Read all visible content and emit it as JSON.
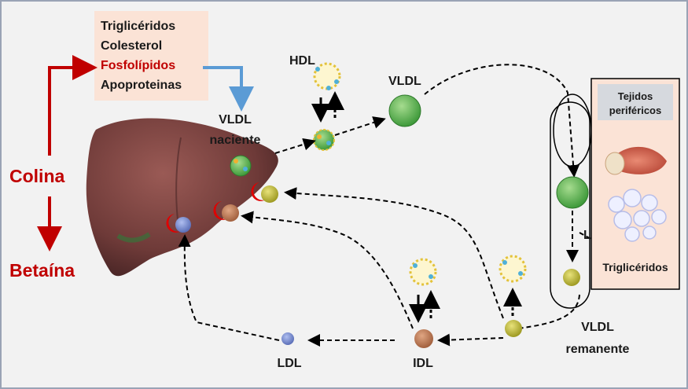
{
  "lipid_box": {
    "lines": [
      "Triglicéridos",
      "Colesterol",
      "Fosfolípidos",
      "Apoproteinas"
    ],
    "highlight_index": 2
  },
  "labels": {
    "colina": "Colina",
    "betaina": "Betaína",
    "hdl": "HDL",
    "vldl": "VLDL",
    "vldl_naciente_line1": "VLDL",
    "vldl_naciente_line2": "naciente",
    "lpl": "LPL",
    "trigliceridos_out": "Triglicéridos",
    "vldl_remanente_line1": "VLDL",
    "vldl_remanente_line2": "remanente",
    "idl": "IDL",
    "ldl": "LDL"
  },
  "tissues": {
    "title_line1": "Tejidos",
    "title_line2": "periféricos"
  },
  "colors": {
    "red": "#c00000",
    "blue": "#5b9bd5",
    "box_fill": "#fbe3d6",
    "text_dark": "#1a1a1a",
    "vldl_green": "#6fbf5f",
    "remnant_yellow": "#c8c43a",
    "idl_brown": "#c08060",
    "ldl_blue": "#7a8fd0"
  }
}
